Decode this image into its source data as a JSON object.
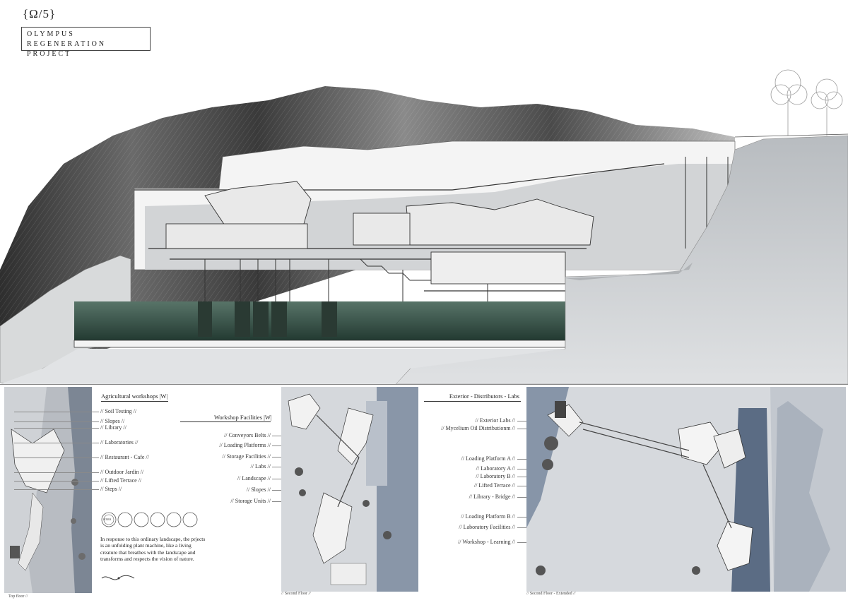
{
  "header": {
    "sign": "{Ω/5}",
    "title_line1": "OLYMPUS",
    "title_line2": "REGENERATION PROJECT"
  },
  "panel_left": {
    "heading": "Agricultural workshops |W|",
    "items": [
      "// Soil Testing //",
      "// Slopes //",
      "// Library //",
      "// Laboratories //",
      "// Restaurant - Cafe //",
      "// Outdoor Jardin //",
      "// Lifted Terrace //",
      "// Steps //"
    ],
    "logo_text": "SOMA",
    "description": "In response to this ordinary landscape, the prjects is an unfolding plant machine, like a living creature that breathes with the landscape and transforms and respects the vision of nature.",
    "caption": "Top floor //"
  },
  "panel_middle": {
    "heading": "Workshop Facilities |W|",
    "items": [
      "// Conveyors Belts //",
      "// Loading Platforms //",
      "// Storage Facilities //",
      "// Labs //",
      "// Landscape //",
      "// Slopes //",
      "// Storage Units //"
    ],
    "caption": "// Second Floor //"
  },
  "panel_right": {
    "heading": "Exterior - Distributors - Labs",
    "items": [
      "// Exterior Labs //",
      "// Mycelium Oil Distributionm //",
      "// Loading Platform A //",
      "// Laboratory A //",
      "// Laboratory B //",
      "// Lifted Terrace //",
      "// Library - Bridge //",
      "// Loading Platform B //",
      "// Laboratory Facilities //",
      "// Workshop - Learning //"
    ],
    "caption": "// Second Floor - Extended //"
  },
  "colors": {
    "mountain_dark": "#3c3c3c",
    "mountain_light": "#b9b9b9",
    "water": "#2f4a3f",
    "rock": "#c6c9cc",
    "map_ground": "#d3d6da",
    "map_dark": "#5a6a80"
  }
}
